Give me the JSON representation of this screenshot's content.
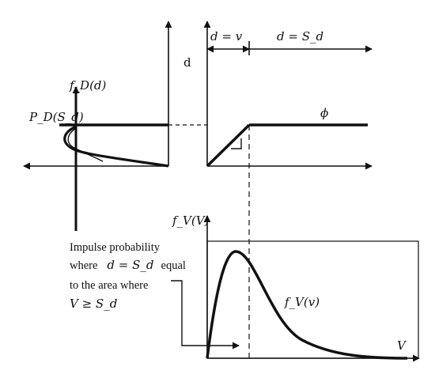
{
  "labels": {
    "d_axis": "d",
    "fD": "f_D(d)",
    "PD": "P_D(S_d)",
    "d_eq_v": "d = v",
    "d_eq_Sd": "d = S_d",
    "phi": "ϕ",
    "fV_axis": "f_V(V)",
    "fv_curve": "f_V(v)",
    "V_axis": "V"
  },
  "note": {
    "line1": "Impulse probability",
    "line2_prefix": "where",
    "line2_math": "d = S_d",
    "line2_suffix": "equal",
    "line3": "to the area where",
    "line4": "V ≥ S_d"
  }
}
